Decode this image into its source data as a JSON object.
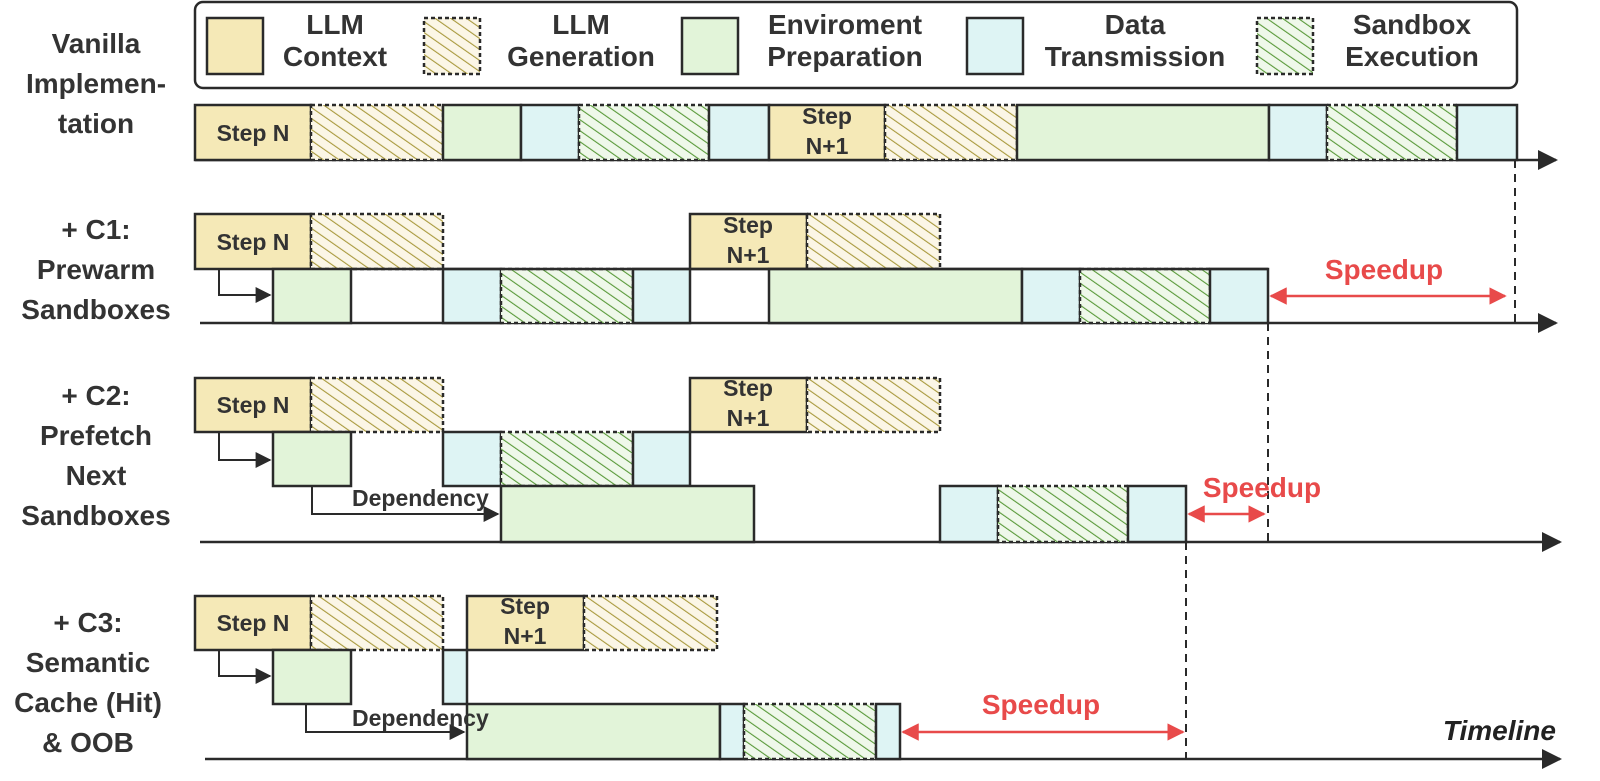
{
  "colors": {
    "context": "#f5e9b7",
    "generation_hatch": "#a99a3e",
    "preparation": "#e2f4d9",
    "transmission": "#def4f4",
    "execution_hatch": "#5a9a3a",
    "outline": "#2a2a2a",
    "speedup": "#e84a4a"
  },
  "legend": [
    {
      "kind": "context",
      "line1": "LLM",
      "line2": "Context"
    },
    {
      "kind": "generation",
      "line1": "LLM",
      "line2": "Generation"
    },
    {
      "kind": "preparation",
      "line1": "Enviroment",
      "line2": "Preparation"
    },
    {
      "kind": "transmission",
      "line1": "Data",
      "line2": "Transmission"
    },
    {
      "kind": "execution",
      "line1": "Sandbox",
      "line2": "Execution"
    }
  ],
  "rows": [
    {
      "label": [
        "Vanilla",
        "Implemen-",
        "tation"
      ]
    },
    {
      "label": [
        "+ C1:",
        "Prewarm",
        "Sandboxes"
      ]
    },
    {
      "label": [
        "+ C2:",
        "Prefetch",
        "Next",
        "Sandboxes"
      ]
    },
    {
      "label": [
        "+ C3:",
        "Semantic",
        "Cache (Hit)",
        "& OOB"
      ]
    }
  ],
  "steps": {
    "step_n": "Step N",
    "step_n1_line1": "Step",
    "step_n1_line2": "N+1"
  },
  "dependency_label": "Dependency",
  "speedup_label": "Speedup",
  "timeline_label": "Timeline"
}
